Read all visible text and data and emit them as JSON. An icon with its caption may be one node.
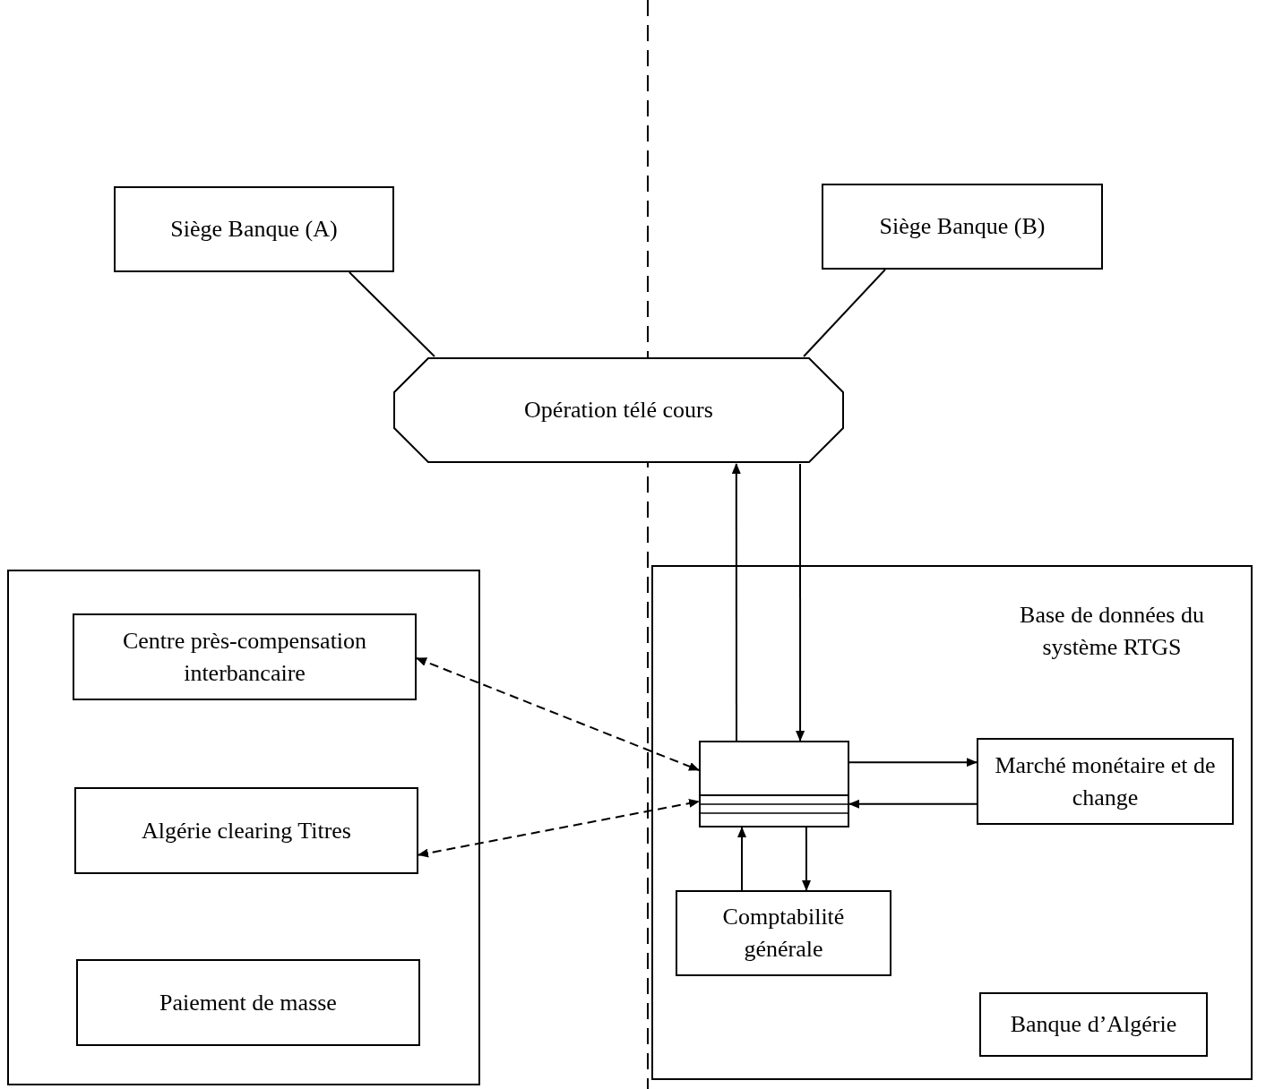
{
  "diagram": {
    "nodes": [
      {
        "text": [
          "Siège Banque (A)"
        ]
      },
      {
        "text": [
          "Siège Banque (B)"
        ]
      },
      {
        "text": [
          "Opération télé cours"
        ]
      },
      {
        "text": [],
        "shape": "box"
      },
      {
        "text": [
          "Centre près-compensation interbancaire"
        ],
        "in": 3
      },
      {
        "text": [
          "Algérie clearing Titres"
        ],
        "in": 3
      },
      {
        "text": [
          "Paiement de masse"
        ],
        "in": 3
      },
      {
        "text": [
          "Base de données du système RTGS"
        ]
      },
      {
        "text": [],
        "shape": "box",
        "in": 7
      },
      {
        "text": [
          "Marché monétaire et de change"
        ],
        "in": 7
      },
      {
        "text": [
          "Comptabilité générale"
        ],
        "in": 7
      },
      {
        "text": [
          "Banque d’Algérie"
        ],
        "in": 7
      }
    ],
    "edges": [
      {
        "from": 0,
        "to": 2,
        "arrow": "none"
      },
      {
        "from": 1,
        "to": 2,
        "arrow": "none"
      },
      {
        "from": 8,
        "to": 2,
        "arrow": "to"
      },
      {
        "from": 2,
        "to": 8,
        "arrow": "to"
      },
      {
        "from": 4,
        "to": 8,
        "arrow": "both",
        "style": "dashed"
      },
      {
        "from": 5,
        "to": 8,
        "arrow": "both",
        "style": "dashed"
      },
      {
        "from": 8,
        "to": 9,
        "arrow": "to"
      },
      {
        "from": 9,
        "to": 8,
        "arrow": "to"
      },
      {
        "from": 10,
        "to": 8,
        "arrow": "to"
      },
      {
        "from": 8,
        "to": 10,
        "arrow": "to"
      }
    ]
  }
}
